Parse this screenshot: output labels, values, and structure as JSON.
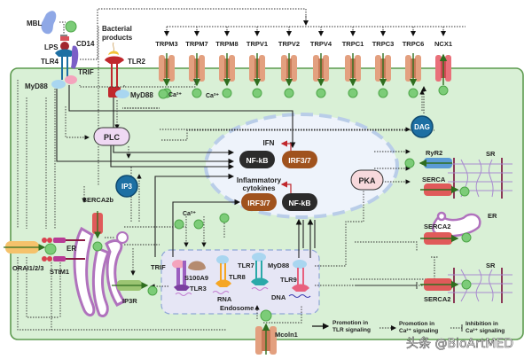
{
  "colors": {
    "cell_fill": "#d9f0d6",
    "cell_border": "#5c9a4e",
    "calcium": "#7ccc78",
    "channel_trp": "#e3a07f",
    "channel_ncx": "#e9707a",
    "nfkb": "#2b2b2b",
    "irf": "#a0521d",
    "ip3": "#1d6fa3",
    "plc": "#efd9f3",
    "pka": "#f7d9dc",
    "er_membrane": "#b072bd",
    "sr": "#a98bd0",
    "endosome": "#e6e6f5",
    "serca": "#e05a5a",
    "ryr2": "#5b9bd5"
  },
  "extracellular": {
    "mbl": "MBL",
    "lps": "LPS",
    "cd14": "CD14",
    "tlr4": "TLR4",
    "trif": "TRIF",
    "myd88": "MyD88",
    "bacterial_products": [
      "Bacterial",
      "products"
    ],
    "tlr2": "TLR2",
    "tlr2_myd88": "MyD88"
  },
  "channels": [
    {
      "name": "TRPM3",
      "type": "trp"
    },
    {
      "name": "TRPM7",
      "type": "trp"
    },
    {
      "name": "TRPM8",
      "type": "trp"
    },
    {
      "name": "TRPV1",
      "type": "trp"
    },
    {
      "name": "TRPV2",
      "type": "trp"
    },
    {
      "name": "TRPV4",
      "type": "trp"
    },
    {
      "name": "TRPC1",
      "type": "trp"
    },
    {
      "name": "TRPC3",
      "type": "trp"
    },
    {
      "name": "TRPC6",
      "type": "trp"
    },
    {
      "name": "NCX1",
      "type": "ncx"
    }
  ],
  "intracellular": {
    "ca_label": "Ca²⁺",
    "plc": "PLC",
    "ip3": "IP3",
    "dag": "DAG",
    "pka": "PKA",
    "serca2b": "SERCA2b",
    "ip3r": "IP3R",
    "er": "ER",
    "stim1": "STIM1",
    "orai": "ORAI1/2/3",
    "sr": "SR",
    "ryr2": "RyR2",
    "serca": "SERCA",
    "serca2": "SERCA2",
    "ifn": "IFN",
    "nfkb": "NF-kB",
    "irf37": "IRF3/7",
    "inflammatory": [
      "Inflammatory",
      "cytokines"
    ],
    "endosome": "Endosome",
    "trif": "TRIF",
    "s100a9": "S100A9",
    "tlr3": "TLR3",
    "tlr7": "TLR7",
    "tlr8": "TLR8",
    "tlr9": "TLR9",
    "myd88": "MyD88",
    "rna": "RNA",
    "dna": "DNA",
    "mcoln1": "Mcoln1"
  },
  "legend": [
    {
      "style": "solid-arrow",
      "text": [
        "Promotion in",
        "TLR signaling"
      ]
    },
    {
      "style": "dotted-arrow",
      "text": [
        "Promotion in",
        "Ca²⁺ signaling"
      ]
    },
    {
      "style": "dotted-inhibit",
      "text": [
        "Inhibition  in",
        "Ca²⁺ signaling"
      ]
    }
  ],
  "watermark": "头条 @BioArtMED"
}
